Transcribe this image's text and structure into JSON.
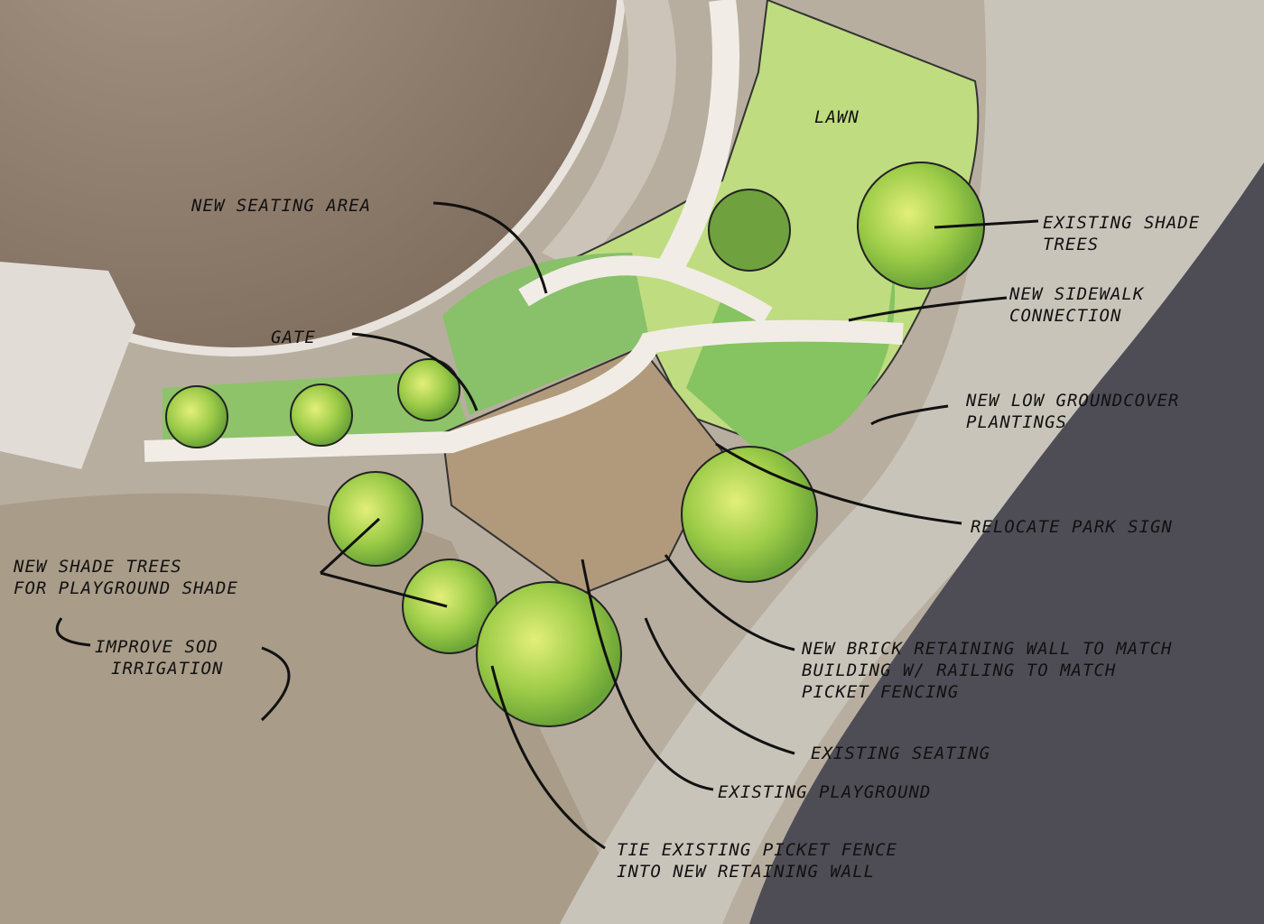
{
  "labels": {
    "lawn": "Lawn",
    "new_seating_area": "New seating area",
    "gate": "Gate",
    "existing_shade_trees_1": "Existing Shade",
    "existing_shade_trees_2": "Trees",
    "new_sidewalk_1": "New Sidewalk",
    "new_sidewalk_2": "Connection",
    "groundcover_1": "New low groundcover",
    "groundcover_2": "plantings",
    "relocate_sign": "Relocate Park Sign",
    "new_shade_trees_1": "New Shade trees",
    "new_shade_trees_2": "for Playground Shade",
    "improve_sod_1": "Improve Sod",
    "improve_sod_2": "Irrigation",
    "retaining_wall_1": "New Brick Retaining wall To Match",
    "retaining_wall_2": "Building w/ railing to match",
    "retaining_wall_3": "picket fencing",
    "existing_seating": "Existing seating",
    "existing_playground": "Existing Playground",
    "tie_fence_1": "Tie Existing Picket Fence",
    "tie_fence_2": "into New retaining wall"
  },
  "colors": {
    "roof": "#8d7b6a",
    "water": "#4d4c55",
    "lawn": "#cfe39a",
    "groundcover": "#8cc56a",
    "tree": "#8cc63e",
    "ground": "#b9ad9c",
    "sidewalk": "#eeeae4"
  }
}
